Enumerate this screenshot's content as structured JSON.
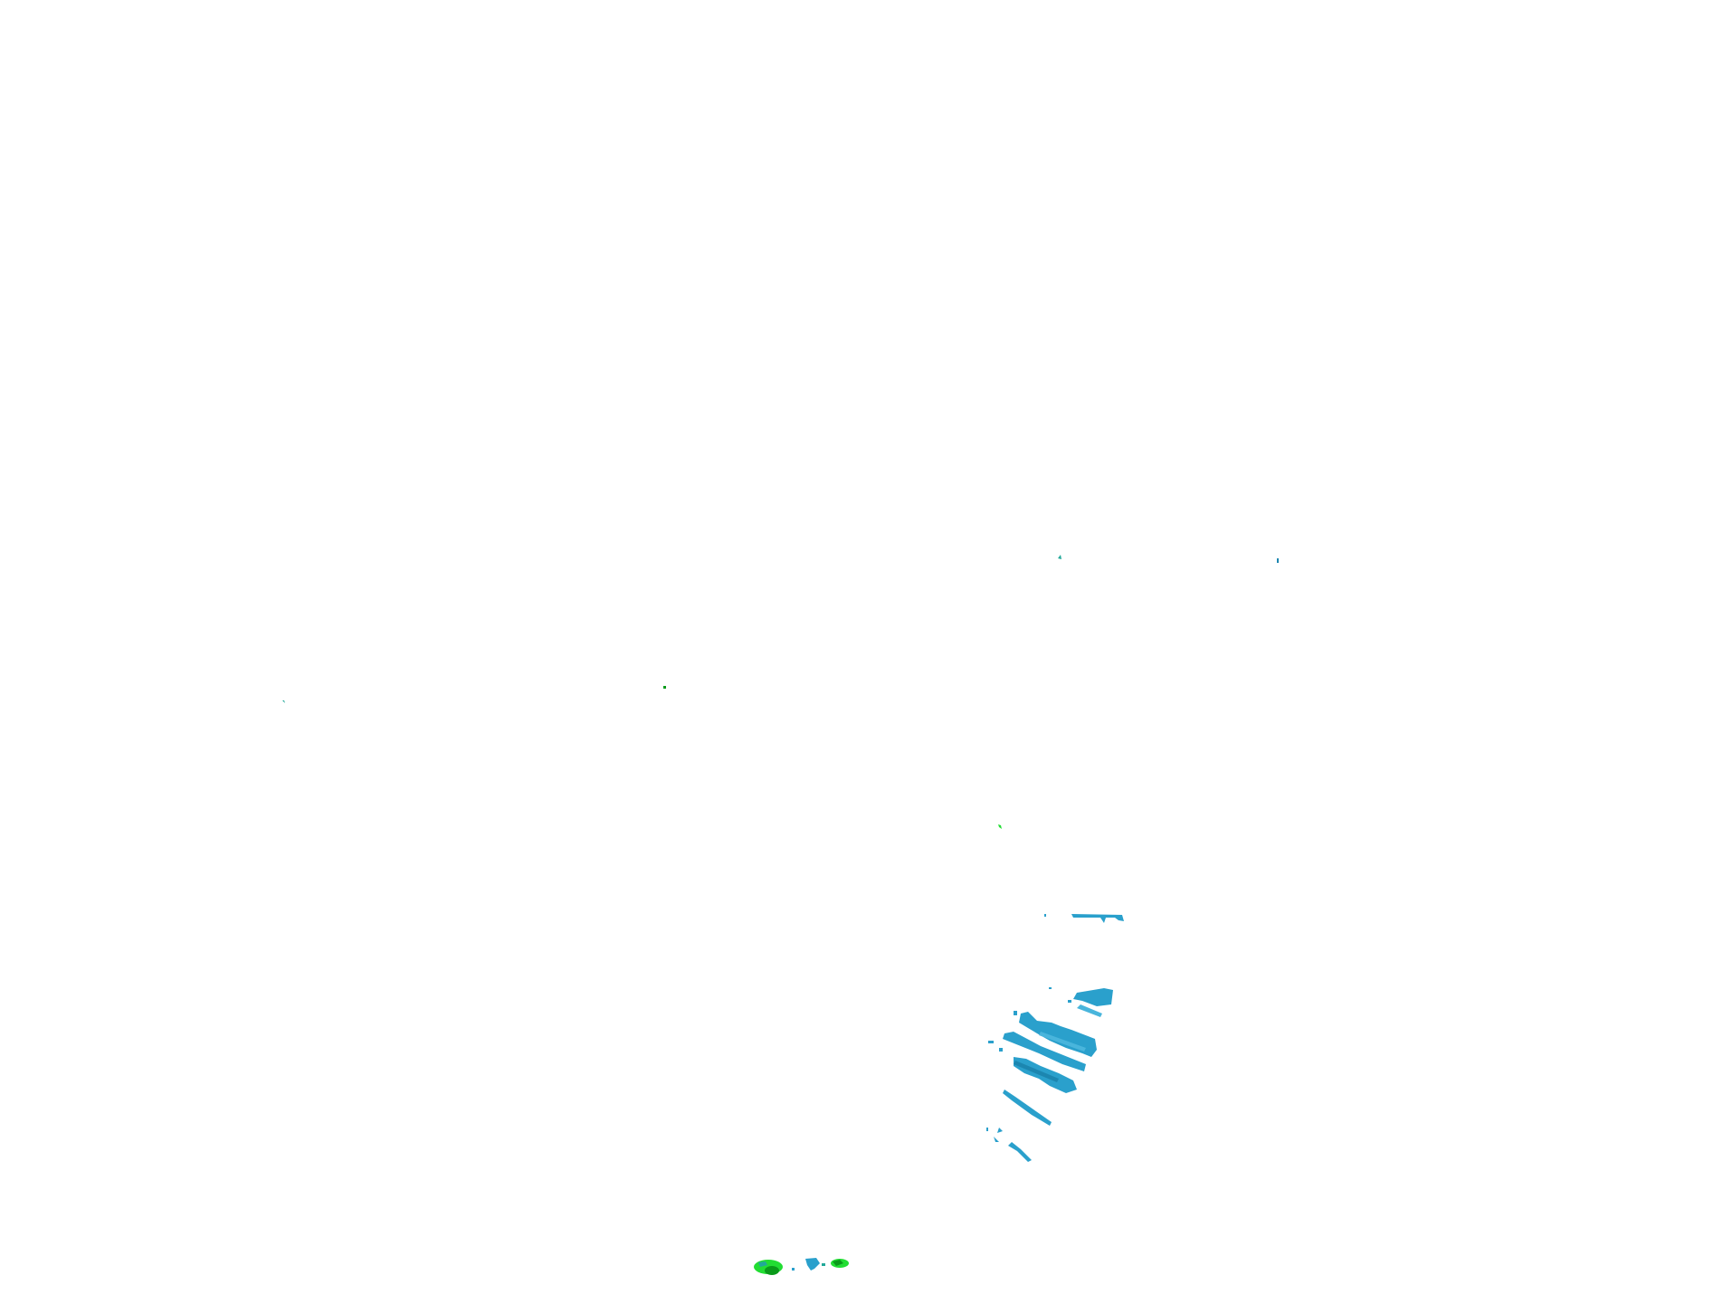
{
  "scene": {
    "background_color": "#ffffff",
    "colors": {
      "surface_blue": "#2aa0cc",
      "surface_blue_light": "#49b5dc",
      "surface_blue_dark": "#1c86b0",
      "surface_green": "#22dd33",
      "surface_green_dark": "#0a9a1a",
      "speck_teal": "#22a899"
    },
    "clusters": [
      "point-cloud-stripes",
      "ground-blobs",
      "isolated-specks"
    ]
  }
}
